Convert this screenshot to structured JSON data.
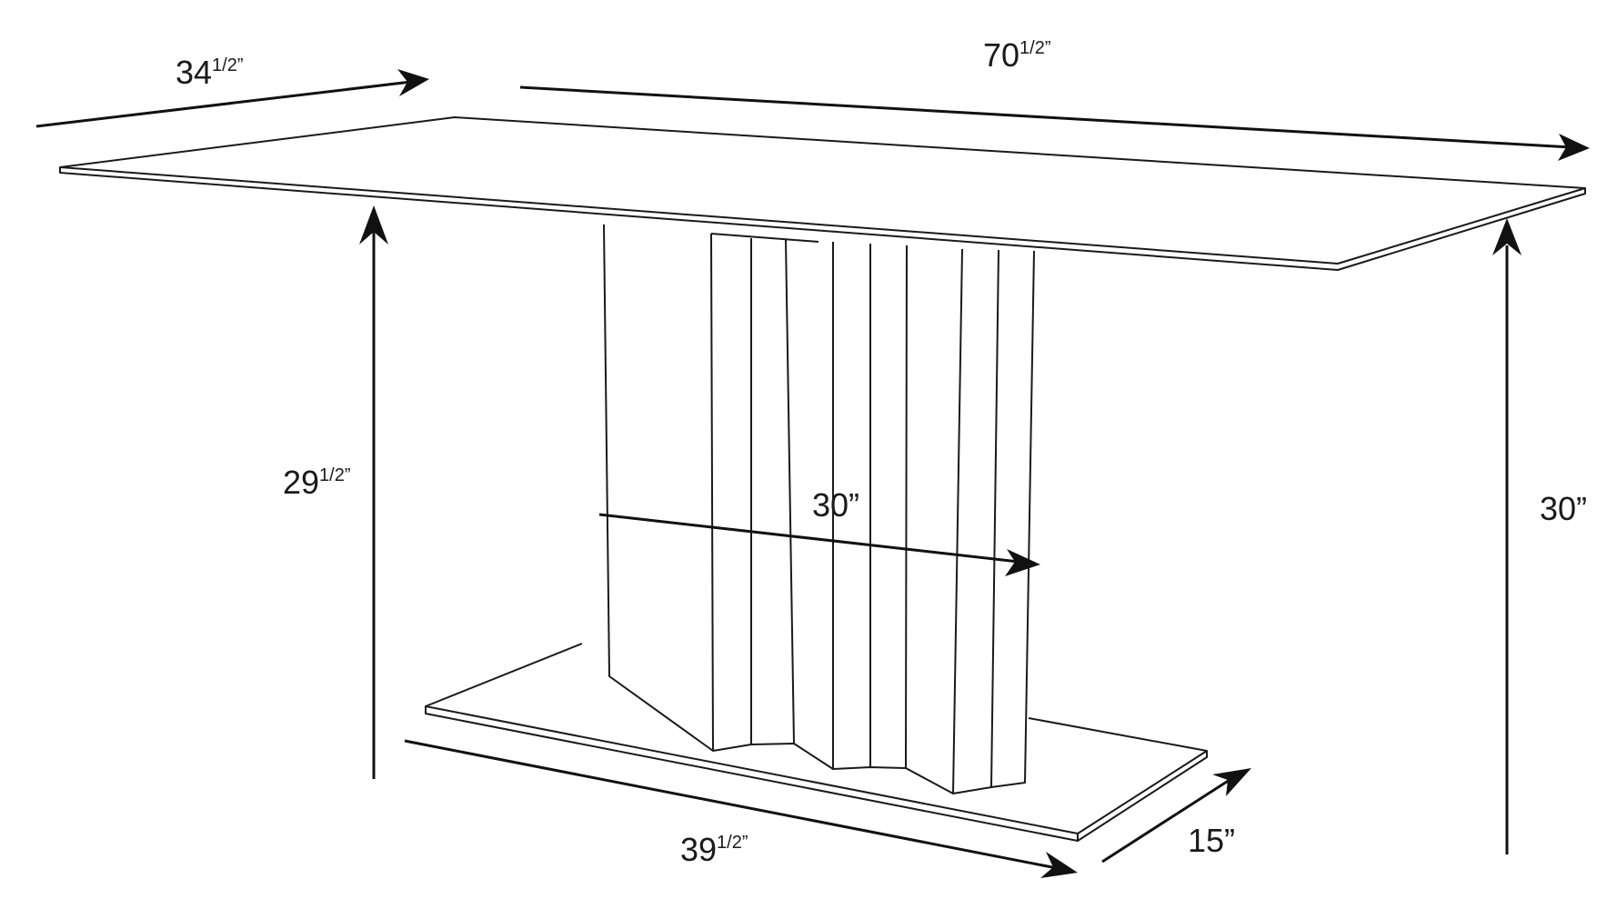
{
  "dimensions": {
    "top_depth": {
      "whole": "34",
      "fraction": "1/2",
      "mark": "”"
    },
    "top_length": {
      "whole": "70",
      "fraction": "1/2",
      "mark": "”"
    },
    "under_top_height": {
      "whole": "29",
      "fraction": "1/2",
      "mark": "”"
    },
    "pedestal_width": {
      "whole": "30",
      "fraction": "",
      "mark": "”"
    },
    "overall_height": {
      "whole": "30",
      "fraction": "",
      "mark": "”"
    },
    "base_length": {
      "whole": "39",
      "fraction": "1/2",
      "mark": "”"
    },
    "base_depth": {
      "whole": "15",
      "fraction": "",
      "mark": "”"
    }
  },
  "colors": {
    "line": "#1a1a1a",
    "background": "#ffffff"
  }
}
